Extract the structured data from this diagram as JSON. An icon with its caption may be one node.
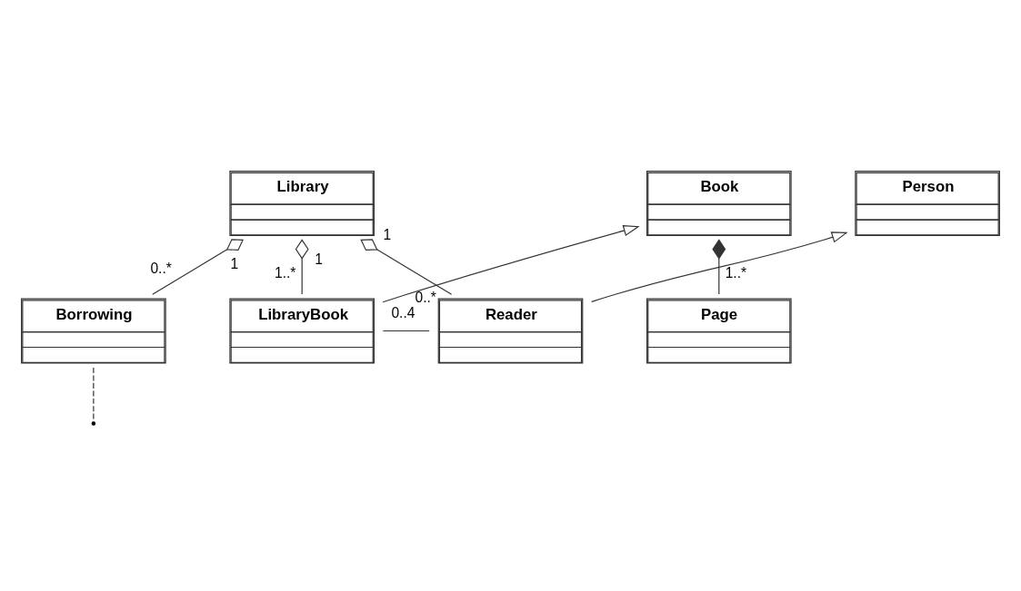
{
  "diagram": {
    "nodes": [
      {
        "text": [
          "Library"
        ]
      },
      {
        "text": [
          "Person"
        ]
      },
      {
        "text": [
          "Book"
        ]
      },
      {
        "text": [
          "Borrowing"
        ]
      },
      {
        "text": [
          "Page"
        ]
      },
      {
        "text": [
          "LibraryBook"
        ]
      },
      {
        "text": [
          "Reader"
        ]
      }
    ],
    "edges": [
      {
        "from": 0,
        "to": 5,
        "arrow": "other"
      },
      {
        "from": 0,
        "to": 3,
        "arrow": "other"
      },
      {
        "from": 0,
        "to": 6,
        "arrow": "other"
      },
      {
        "from": 2,
        "to": 4,
        "arrow": "other"
      },
      {
        "from": 5,
        "to": 2,
        "arrow": "to"
      },
      {
        "from": 6,
        "to": 1,
        "arrow": "to"
      },
      {
        "from": 5,
        "to": 6,
        "arrow": "none"
      },
      {
        "from": 3,
        "to": null,
        "arrow": "none",
        "style": "dashed"
      }
    ],
    "labels": [
      "1",
      "1",
      "1",
      "0..*",
      "1..*",
      "1..*",
      "0..*",
      "0..4"
    ]
  }
}
